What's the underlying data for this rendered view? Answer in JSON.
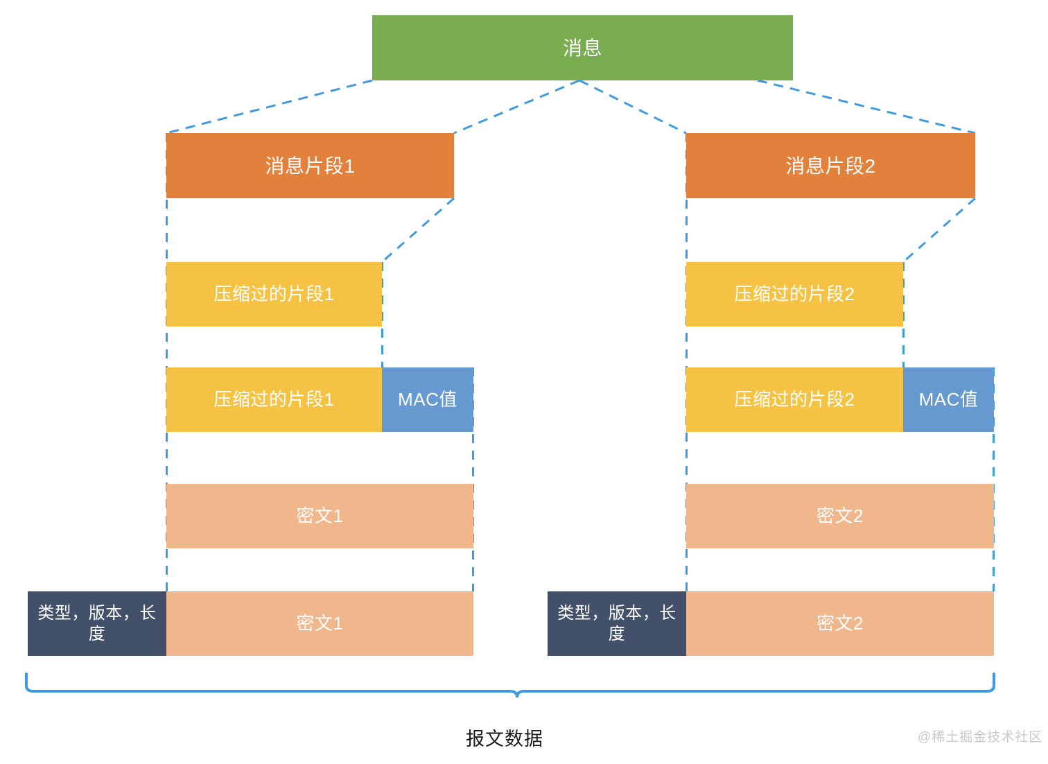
{
  "diagram": {
    "title_block": {
      "label": "消息"
    },
    "branches": [
      {
        "id": "branch-1",
        "fragment": {
          "label": "消息片段1"
        },
        "compressed": {
          "label": "压缩过的片段1"
        },
        "compressed_with_mac": {
          "label": "压缩过的片段1"
        },
        "mac": {
          "label": "MAC值"
        },
        "ciphertext": {
          "label": "密文1"
        },
        "record": {
          "header_label": "类型，版本，长度",
          "body_label": "密文1"
        }
      },
      {
        "id": "branch-2",
        "fragment": {
          "label": "消息片段2"
        },
        "compressed": {
          "label": "压缩过的片段2"
        },
        "compressed_with_mac": {
          "label": "压缩过的片段2"
        },
        "mac": {
          "label": "MAC值"
        },
        "ciphertext": {
          "label": "密文2"
        },
        "record": {
          "header_label": "类型，版本，长度",
          "body_label": "密文2"
        }
      }
    ],
    "bracket_caption": "报文数据",
    "watermark": "@稀土掘金技术社区",
    "colors": {
      "message_green": "#7aac50",
      "fragment_orange": "#e2813c",
      "compressed_yellow": "#f5c243",
      "mac_blue": "#6699cf",
      "cipher_peach": "#f0b68c",
      "record_header_navy": "#43506a",
      "connector_blue": "#3f9ae0",
      "bracket_blue": "#3f9ae0",
      "caption_text": "#1a1a1a",
      "watermark_text": "#c9c9c9"
    }
  }
}
